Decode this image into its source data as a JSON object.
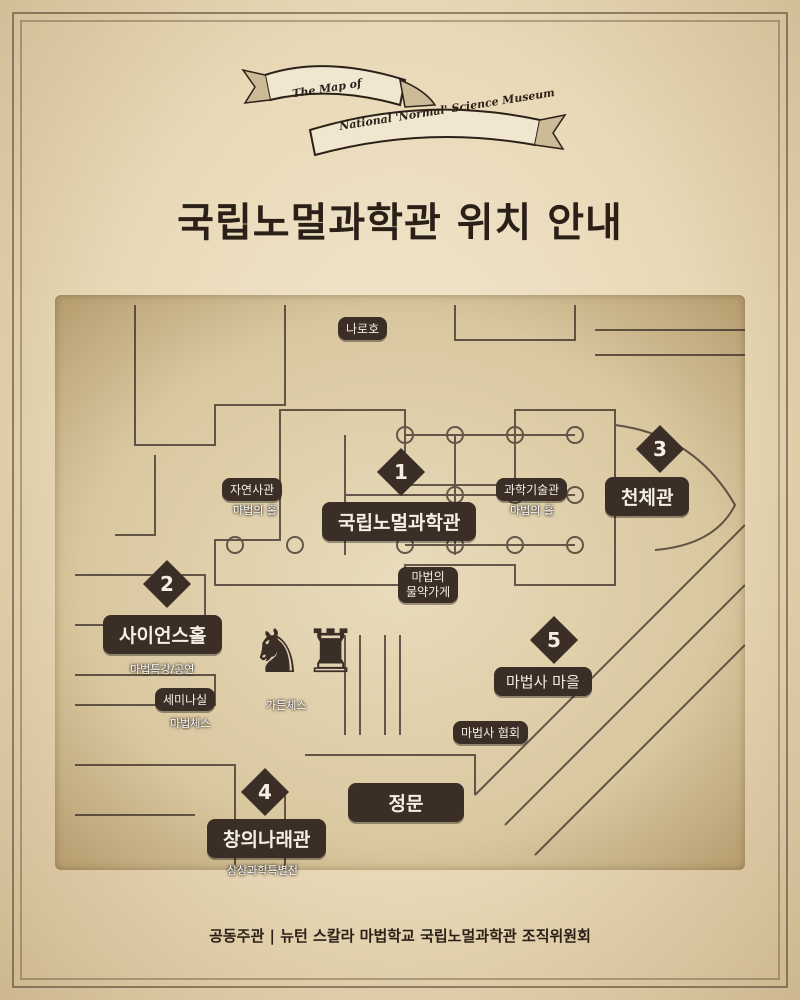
{
  "banner": {
    "line1": "The Map of",
    "line2": "National 'Normal' Science Museum"
  },
  "title": "국립노멀과학관 위치 안내",
  "map": {
    "places": {
      "naroho": "나로호",
      "national_museum": "국립노멀과학관",
      "nature_hall": "자연사관",
      "nature_hall_sub": "마법의 홀",
      "tech_hall": "과학기술관",
      "tech_hall_sub": "마법의 홀",
      "astronomy_hall": "천체관",
      "magic_store": "마법의\n물약가게",
      "science_hall": "사이언스홀",
      "science_hall_sub": "마법특강/공연",
      "seminar": "세미나실",
      "seminar_sub": "마법체스",
      "garden_chess": "가든체스",
      "wizard_village": "마법사 마을",
      "wizard_assoc": "마법사 협회",
      "main_gate": "정문",
      "changui_hall": "창의나래관",
      "changui_hall_sub": "상상과학특별전"
    },
    "markers": [
      "1",
      "2",
      "3",
      "4",
      "5"
    ]
  },
  "footer": "공동주관 | 뉴턴 스칼라 마법학교 국립노멀과학관 조직위원회"
}
